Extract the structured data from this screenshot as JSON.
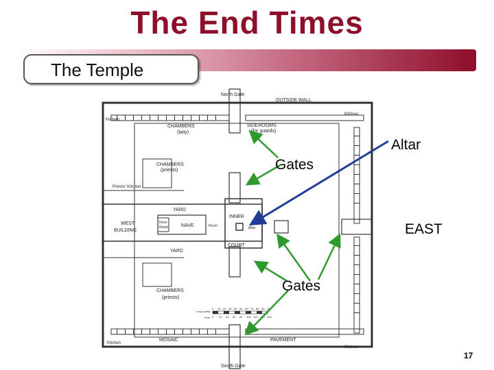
{
  "header": {
    "title": "The End Times",
    "subtitle": "The Temple"
  },
  "plan": {
    "north_gate": "North Gate",
    "outside_wall": "OUTSIDE WALL",
    "kitchen_nw": "Kitchen",
    "kitchen_ne": "Kitchen",
    "chambers_laity": "CHAMBERS",
    "laity": "(laity)",
    "siderooms": "SIDEROOMS",
    "for_guards": "(for guards)",
    "chambers_priests_n": "CHAMBERS",
    "priests_n": "(priests)",
    "priests_kitchen": "Priests' Kitchen",
    "yard_n": "YARD",
    "west_building_1": "WEST",
    "west_building_2": "BUILDING",
    "inner_room_1": "Inner",
    "inner_room_2": "Room",
    "nave": "NAVE",
    "porch": "Porch",
    "inner": "INNER",
    "altar_small": "Altar",
    "court": "COURT",
    "yard_s": "YARD",
    "chambers_priests_s": "CHAMBERS",
    "priests_s": "(priests)",
    "scale_cubits": "Long cubits",
    "scale_feet": "Feet",
    "scale_top": [
      "0",
      "10",
      "20",
      "30",
      "40",
      "50",
      "60",
      "70",
      "80",
      "90",
      "100"
    ],
    "scale_bottom": [
      "0",
      "20",
      "40",
      "60",
      "80",
      "100",
      "120",
      "140",
      "160"
    ],
    "mosaic": "MOSAIC",
    "pavement": "PAVEMENT",
    "kitchen_sw": "Kitchen",
    "kitchen_se": "Kitchen",
    "south_gate": "South Gate"
  },
  "annotations": {
    "gates_top": "Gates",
    "altar": "Altar",
    "east": "EAST",
    "gates_bottom": "Gates"
  },
  "colors": {
    "title": "#8e0f2a",
    "green_arrow": "#2e9a2e",
    "blue_arrow": "#1f3c96"
  },
  "footer": {
    "page_number": "17"
  }
}
